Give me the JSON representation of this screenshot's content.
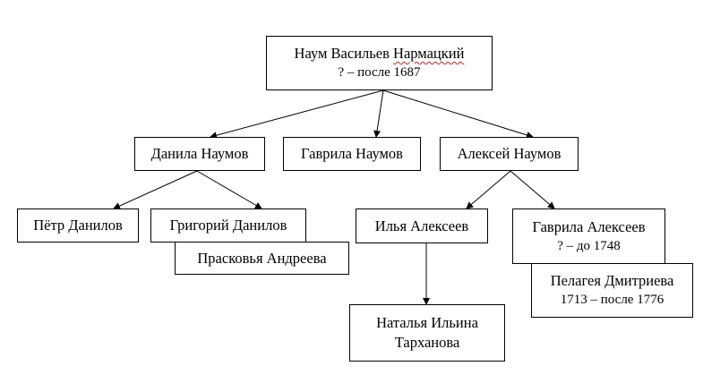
{
  "nodes": {
    "naum": {
      "prefix": "Наум Васильев ",
      "surname": "Нармацкий",
      "dates": "? – после 1687"
    },
    "danila": {
      "name": "Данила Наумов"
    },
    "gavrila_n": {
      "name": "Гаврила Наумов"
    },
    "aleksei": {
      "name": "Алексей Наумов"
    },
    "petr": {
      "name": "Пётр Данилов"
    },
    "grigori": {
      "name": "Григорий Данилов"
    },
    "praskovya": {
      "name": "Прасковья Андреева"
    },
    "ilya": {
      "name": "Илья Алексеев"
    },
    "gavrila_a": {
      "name": "Гаврила Алексеев",
      "dates": "? – до 1748"
    },
    "pelageya": {
      "name": "Пелагея Дмитриева",
      "dates": "1713 – после 1776"
    },
    "natalya": {
      "line1": "Наталья Ильина",
      "line2": "Тарханова"
    }
  },
  "colors": {
    "border": "#000000",
    "spellcheck": "#d02020"
  }
}
